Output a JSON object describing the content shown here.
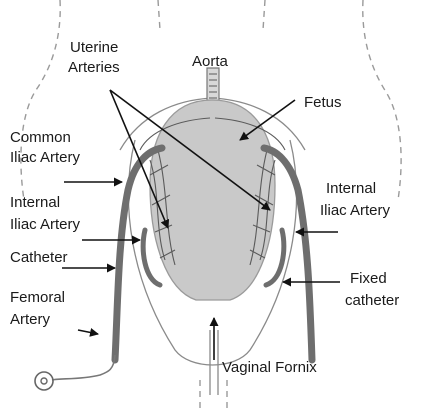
{
  "labels": {
    "uterine_1": "Uterine",
    "uterine_2": "Arteries",
    "aorta": "Aorta",
    "fetus": "Fetus",
    "common_iliac_1": "Common",
    "common_iliac_2": "Iliac Artery",
    "internal_iliac_left_1": "Internal",
    "internal_iliac_left_2": "Iliac Artery",
    "internal_iliac_right_1": "Internal",
    "internal_iliac_right_2": "Iliac Artery",
    "catheter": "Catheter",
    "fixed_catheter_1": "Fixed",
    "fixed_catheter_2": "catheter",
    "femoral_1": "Femoral",
    "femoral_2": "Artery",
    "vaginal_fornix": "Vaginal Fornix"
  },
  "colors": {
    "uterus_fill": "#c9c9c9",
    "catheter": "#6e6e6e",
    "text": "#1a1a1a"
  }
}
